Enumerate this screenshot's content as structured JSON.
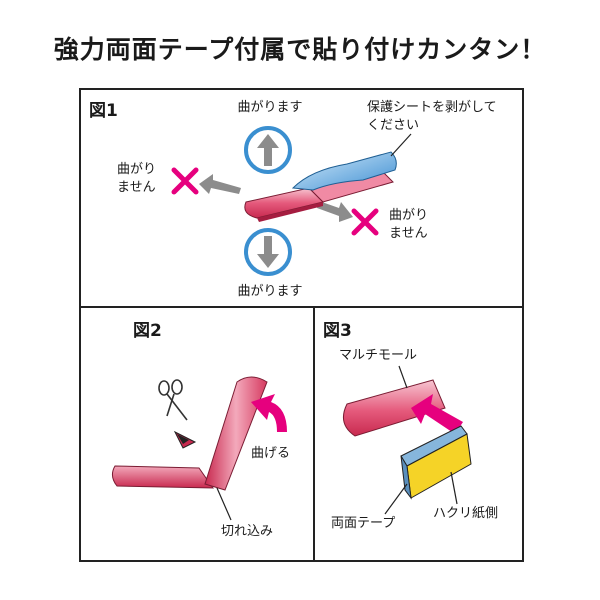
{
  "headline": "強力両面テープ付属で貼り付けカンタン！",
  "fig1": {
    "label": "図1",
    "up_label": "曲がります",
    "down_label": "曲がります",
    "left_label_1": "曲がり",
    "left_label_2": "ません",
    "right_label_1": "曲がり",
    "right_label_2": "ません",
    "peel_label_1": "保護シートを剥がして",
    "peel_label_2": "ください"
  },
  "fig2": {
    "label": "図2",
    "bend_label": "曲げる",
    "cut_label": "切れ込み"
  },
  "fig3": {
    "label": "図3",
    "molding_label": "マルチモール",
    "tape_label": "両面テープ",
    "backing_label": "ハクリ紙側"
  },
  "colors": {
    "molding_pink": "#e0456a",
    "molding_light": "#f6c2cf",
    "arrow_magenta": "#e6007e",
    "arrow_gray": "#8c8c8c",
    "circle_blue": "#3a8fd0",
    "sheet_blue": "#4a9ad8",
    "backing_yellow": "#f5d327",
    "tape_blue": "#86b6dc"
  },
  "icons": [
    "arrow-up-icon",
    "arrow-down-icon",
    "x-mark-icon",
    "scissors-icon",
    "curved-arrow-icon"
  ]
}
